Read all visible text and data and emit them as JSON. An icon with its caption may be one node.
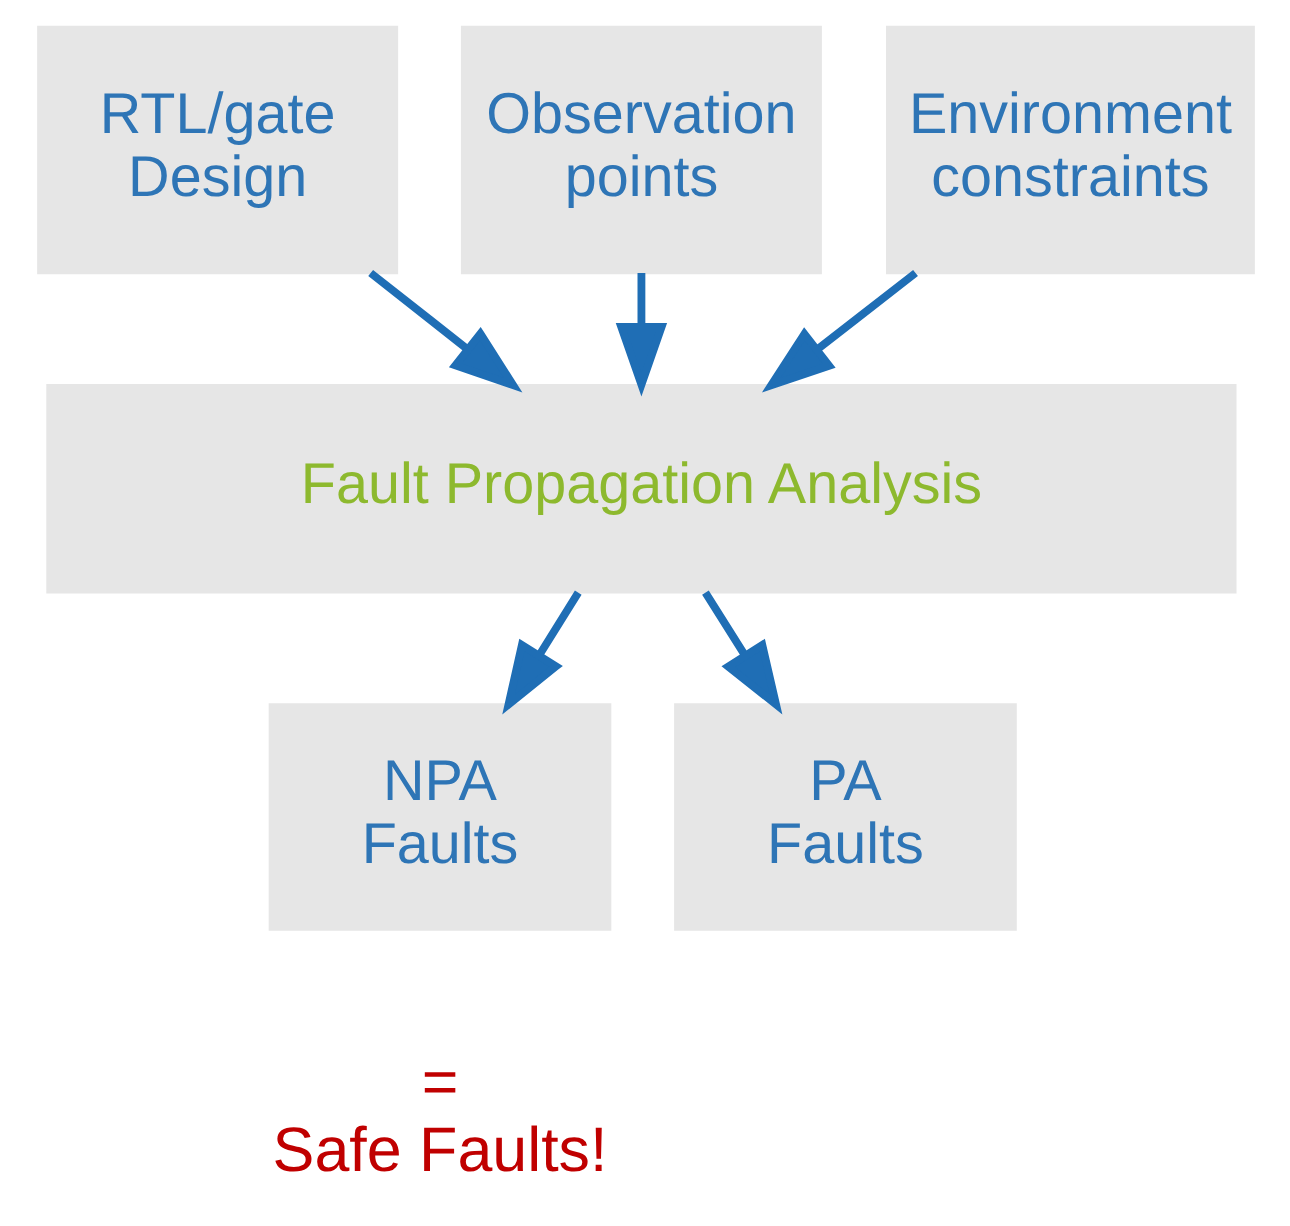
{
  "diagram": {
    "nodes": [
      {
        "text": [
          "RTL/gate Design"
        ]
      },
      {
        "text": [
          "Observation points"
        ]
      },
      {
        "text": [
          "Environment constraints"
        ]
      },
      {
        "text": [
          "Fault Propagation Analysis"
        ]
      },
      {
        "text": [
          "NPA Faults"
        ],
        "beside": [
          "= Safe Faults!"
        ]
      },
      {
        "text": [
          "PA Faults"
        ]
      }
    ],
    "edges": [
      {
        "from": 0,
        "to": 3,
        "arrow": "to"
      },
      {
        "from": 1,
        "to": 3,
        "arrow": "to"
      },
      {
        "from": 2,
        "to": 3,
        "arrow": "to"
      },
      {
        "from": 3,
        "to": 4,
        "arrow": "to"
      },
      {
        "from": 3,
        "to": 5,
        "arrow": "to"
      }
    ]
  }
}
